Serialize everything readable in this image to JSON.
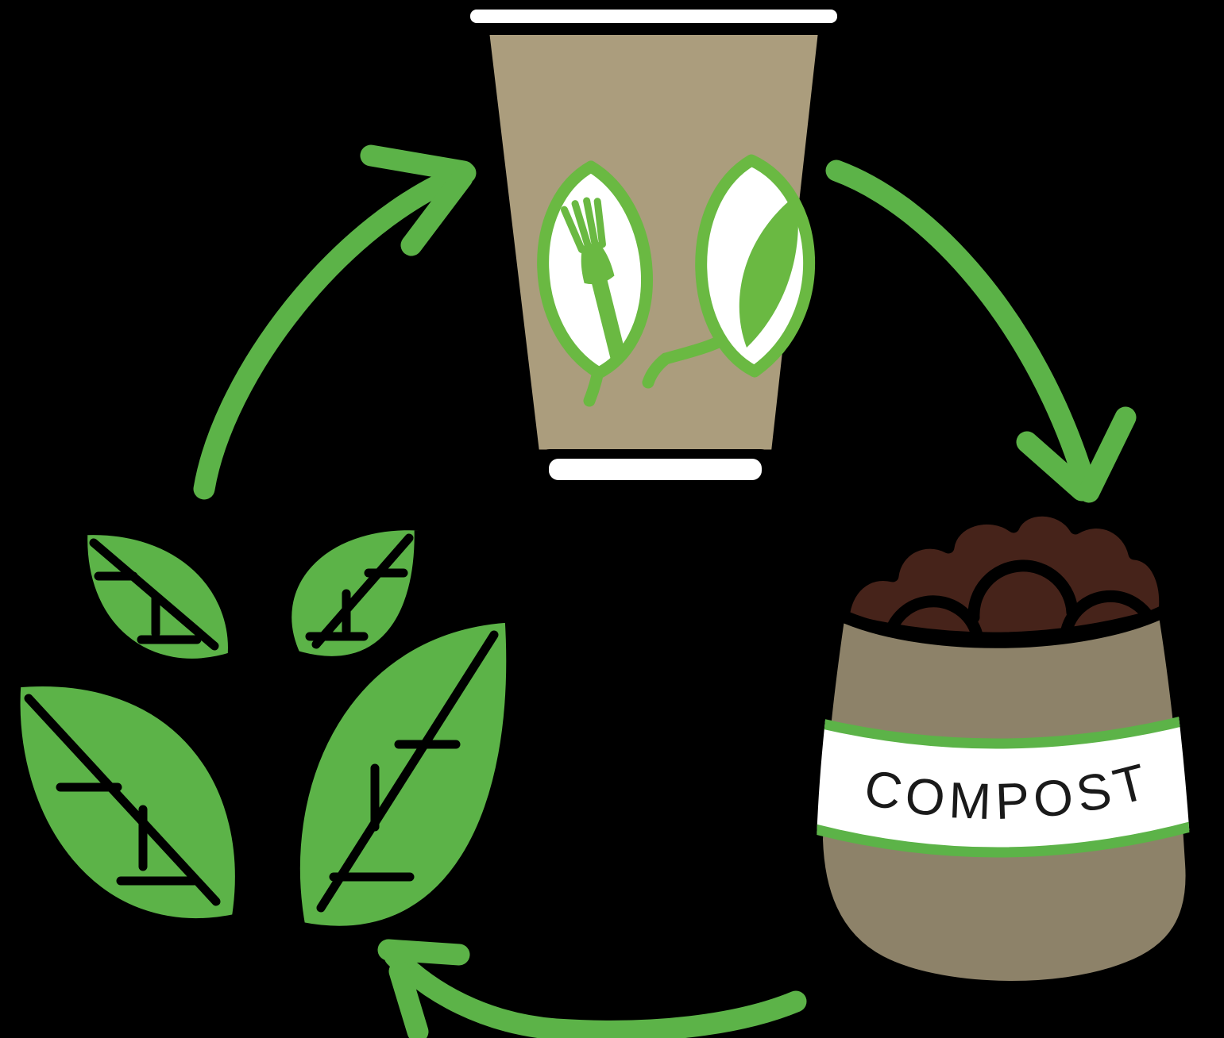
{
  "scene": {
    "name": "Compostable cup life cycle diagram",
    "background": "#000000"
  },
  "cycle": {
    "nodes": [
      {
        "id": "compostable-cup",
        "icon": "compostable-cup-icon"
      },
      {
        "id": "compost-bag",
        "icon": "compost-bag-icon",
        "label": "COMPOST"
      },
      {
        "id": "plant",
        "icon": "plant-leaves-icon"
      }
    ],
    "arrows": [
      {
        "id": "plant-to-cup",
        "icon": "curved-arrow-up-right-icon",
        "from": "plant",
        "to": "compostable-cup"
      },
      {
        "id": "cup-to-compost",
        "icon": "curved-arrow-down-right-icon",
        "from": "compostable-cup",
        "to": "compost-bag"
      },
      {
        "id": "compost-to-plant",
        "icon": "curved-arrow-left-icon",
        "from": "compost-bag",
        "to": "plant"
      }
    ]
  },
  "colors": {
    "background": "#000000",
    "outline": "#000000",
    "arrow_green": "#5cb348",
    "leaf_green": "#5cb348",
    "logo_green": "#6ab942",
    "cup_tan": "#ab9d7d",
    "bag_tan": "#8d8269",
    "soil_brown": "#46231a",
    "label_band": "#ffffff",
    "label_text": "#1a1a1a"
  }
}
